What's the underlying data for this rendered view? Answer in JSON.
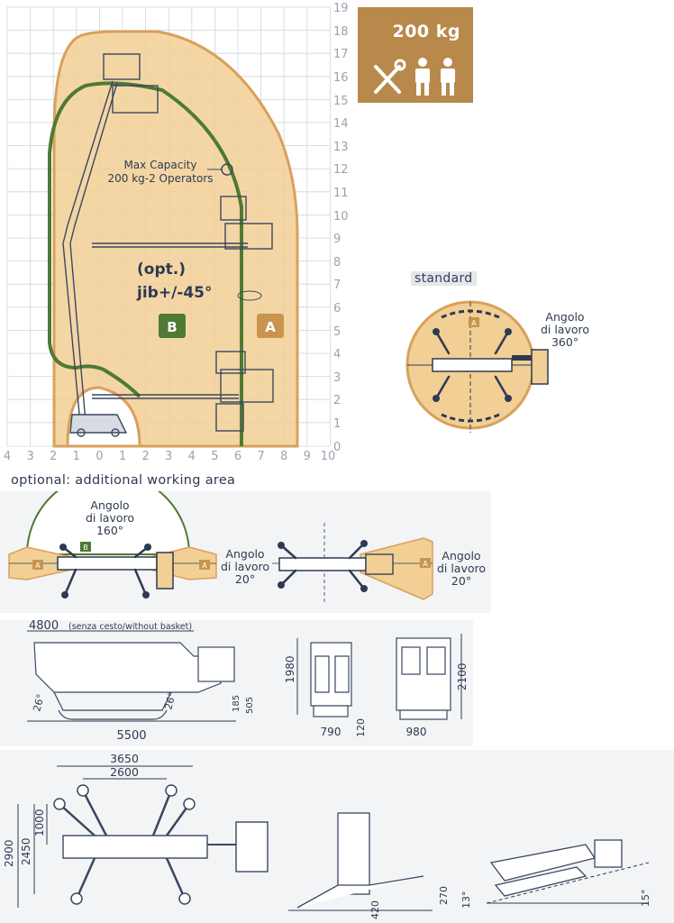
{
  "badge": {
    "weight": "200 kg",
    "tools_icon": "wrench-screwdriver-icon",
    "operators_icon": "two-operators-icon",
    "color": "#b8894a"
  },
  "chart": {
    "y_ticks": [
      "0",
      "1",
      "2",
      "3",
      "4",
      "5",
      "6",
      "7",
      "8",
      "9",
      "10",
      "11",
      "12",
      "13",
      "14",
      "15",
      "16",
      "17",
      "18",
      "19"
    ],
    "x_ticks": [
      "4",
      "3",
      "2",
      "1",
      "0",
      "1",
      "2",
      "3",
      "4",
      "5",
      "6",
      "7",
      "8",
      "9",
      "10"
    ],
    "max_capacity_line1": "Max Capacity",
    "max_capacity_line2": "200 kg-2 Operators",
    "jib_line1": "(opt.)",
    "jib_line2": "jib+/-45°",
    "zone_a": "A",
    "zone_b": "B",
    "zone_a_color": "#f2cf95",
    "zone_b_color": "#4e7a34"
  },
  "standard": {
    "label": "standard",
    "zone": "A",
    "angle_l1": "Angolo",
    "angle_l2": "di lavoro",
    "angle_l3": "360°"
  },
  "optional": {
    "title": "optional: additional working area",
    "left": {
      "big_l1": "Angolo",
      "big_l2": "di lavoro",
      "big_l3": "160°",
      "zone_b": "B",
      "zone_a": "A",
      "side_l1": "Angolo",
      "side_l2": "di lavoro",
      "side_l3": "20°"
    },
    "right": {
      "zone_a": "A",
      "l1": "Angolo",
      "l2": "di lavoro",
      "l3": "20°"
    }
  },
  "dims_side": {
    "length_top": "4800",
    "length_top_note": "(senza cesto/without basket)",
    "length_bottom": "5500",
    "angle_left": "26°",
    "angle_right": "26°",
    "h_185": "185",
    "h_505": "505"
  },
  "dims_front": {
    "height": "1980",
    "width": "790",
    "track": "120"
  },
  "dims_rear": {
    "height": "2100",
    "width": "980"
  },
  "dims_outriggers": {
    "span_outer": "3650",
    "span_inner": "2600",
    "depth_total": "2900",
    "depth_mid": "2450",
    "depth_small": "1000"
  },
  "dims_slope": {
    "h_420": "420",
    "h_270": "270",
    "angle_13": "13°",
    "angle_15": "15°"
  }
}
